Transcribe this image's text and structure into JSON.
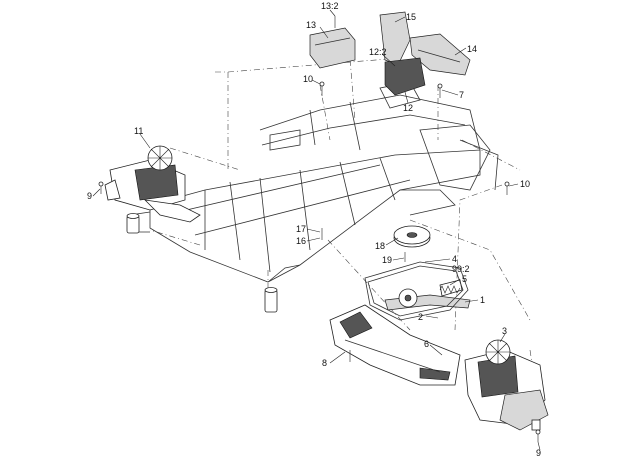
{
  "callouts": [
    {
      "id": "c-13-2",
      "text": "13:2"
    },
    {
      "id": "c-15",
      "text": "15"
    },
    {
      "id": "c-13",
      "text": "13"
    },
    {
      "id": "c-14",
      "text": "14"
    },
    {
      "id": "c-12-2",
      "text": "12:2"
    },
    {
      "id": "c-10a",
      "text": "10"
    },
    {
      "id": "c-7",
      "text": "7"
    },
    {
      "id": "c-12",
      "text": "12"
    },
    {
      "id": "c-11",
      "text": "11"
    },
    {
      "id": "c-9a",
      "text": "9"
    },
    {
      "id": "c-10b",
      "text": "10"
    },
    {
      "id": "c-17",
      "text": "17"
    },
    {
      "id": "c-16",
      "text": "16"
    },
    {
      "id": "c-18",
      "text": "18"
    },
    {
      "id": "c-19",
      "text": "19"
    },
    {
      "id": "c-4",
      "text": "4"
    },
    {
      "id": "c-99-2",
      "text": "99:2"
    },
    {
      "id": "c-5",
      "text": "5"
    },
    {
      "id": "c-1",
      "text": "1"
    },
    {
      "id": "c-2",
      "text": "2"
    },
    {
      "id": "c-3",
      "text": "3"
    },
    {
      "id": "c-6",
      "text": "6"
    },
    {
      "id": "c-8",
      "text": "8"
    },
    {
      "id": "c-9b",
      "text": "9"
    }
  ]
}
